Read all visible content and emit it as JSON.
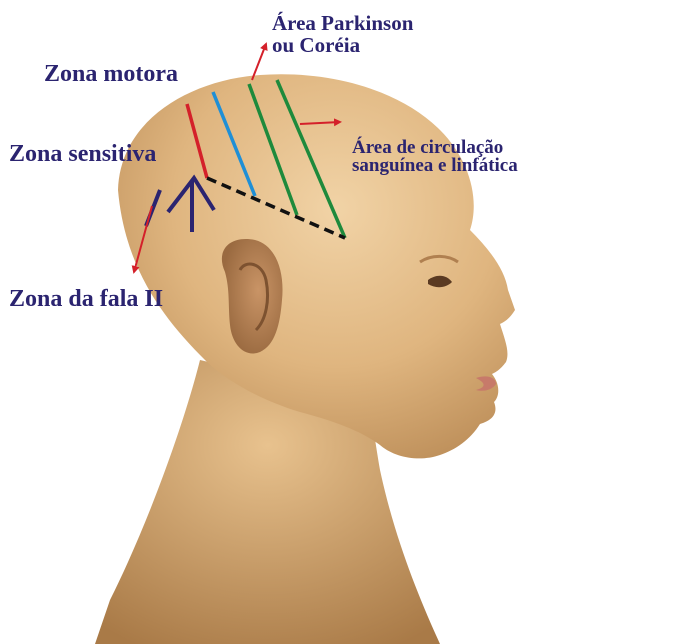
{
  "labels": {
    "motor_zone": "Zona motora",
    "sensory_zone": "Zona sensitiva",
    "speech_zone": "Zona da fala II",
    "parkinson_line1": "Área Parkinson",
    "parkinson_line2": "ou Coréia",
    "circulation_line1": "Área de circulação",
    "circulation_line2": "sanguínea e linfática"
  },
  "colors": {
    "label_text": "#2b2470",
    "motor_line": "#d4202a",
    "sensory_line": "#1f8fd6",
    "parkinson_lines": "#1e8a3c",
    "arrow": "#d4202a",
    "marker": "#2b2470",
    "baseline": "#111111",
    "skin": "#e3bd8a"
  }
}
